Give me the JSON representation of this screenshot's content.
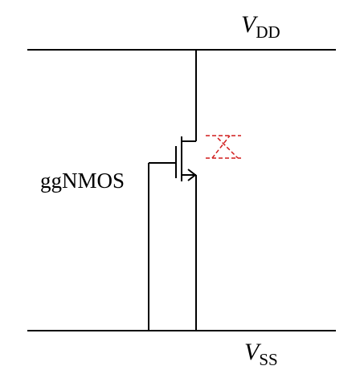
{
  "supply_top": {
    "var": "V",
    "sub": "DD"
  },
  "supply_bottom": {
    "var": "V",
    "sub": "SS"
  },
  "device_label": "ggNMOS",
  "colors": {
    "wire": "#000000",
    "esd_symbol": "#d01c1c"
  },
  "icons": {
    "esd_symbol": "dashed-diode-icon"
  }
}
